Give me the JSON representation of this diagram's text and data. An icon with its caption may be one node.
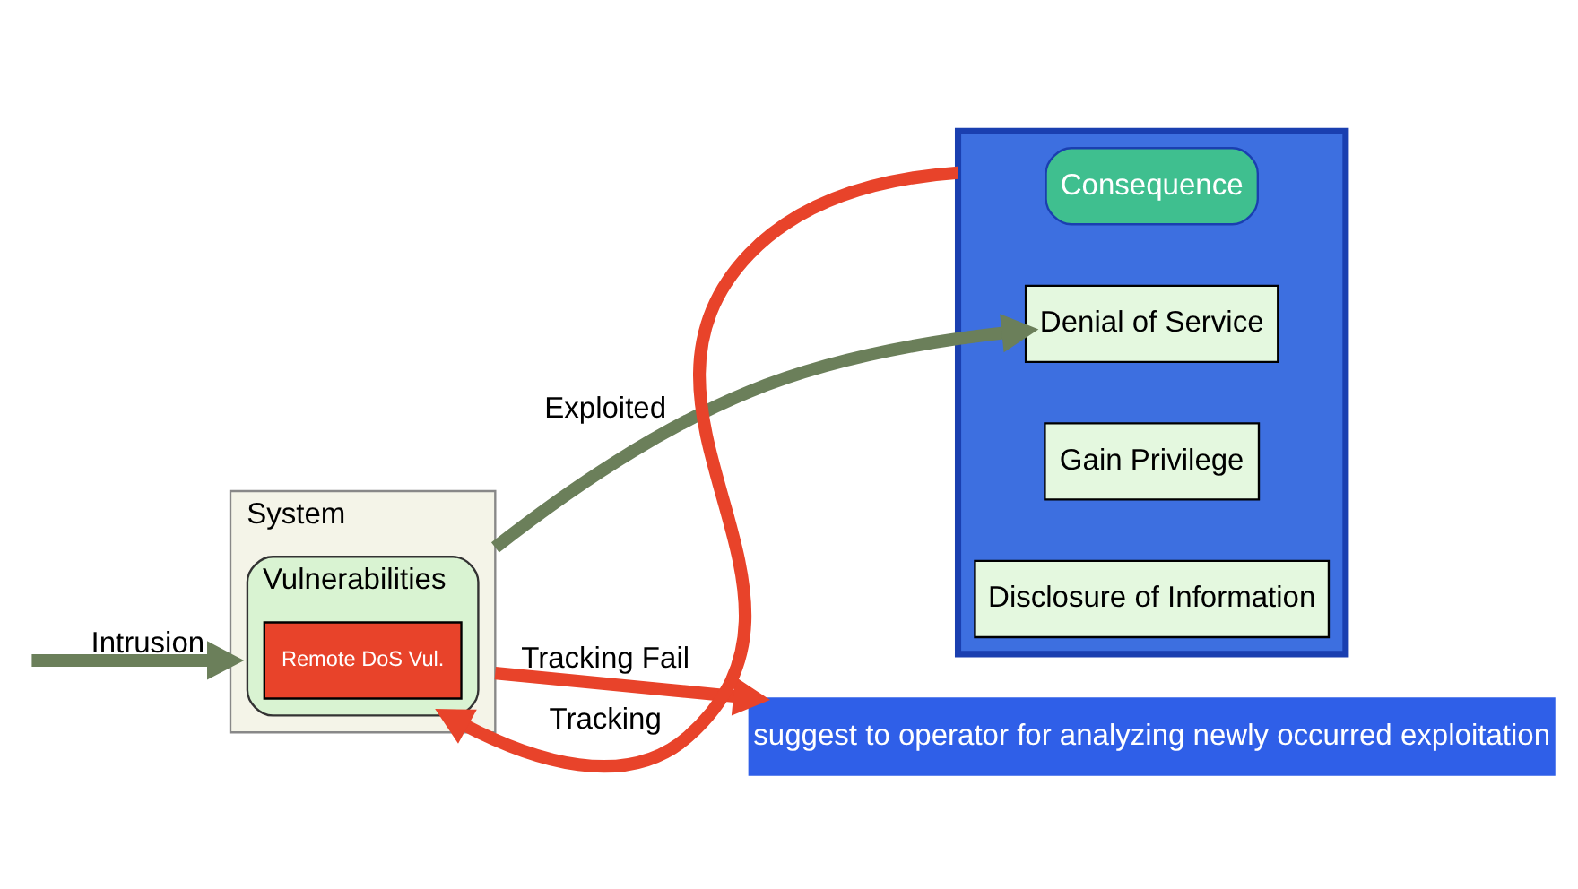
{
  "diagram": {
    "nodes": [
      {
        "text": [
          "System"
        ]
      },
      {
        "text": [
          "Vulnerabilities"
        ],
        "in": 0
      },
      {
        "text": [
          "Remote DoS Vul."
        ],
        "in": 1
      },
      {
        "text": [],
        "shape": "box"
      },
      {
        "text": [
          "Consequence"
        ],
        "in": 3
      },
      {
        "text": [
          "Denial of Service"
        ],
        "in": 3
      },
      {
        "text": [
          "Gain Privilege"
        ],
        "in": 3
      },
      {
        "text": [
          "Disclosure of Information"
        ],
        "in": 3
      },
      {
        "text": [
          "suggest to operator for analyzing newly occurred exploitation"
        ]
      }
    ],
    "edges": [
      {
        "from": null,
        "to": 0,
        "arrow": "to",
        "label": "Intrusion"
      },
      {
        "from": 0,
        "to": 5,
        "arrow": "to",
        "label": "Exploited"
      },
      {
        "from": 3,
        "to": 1,
        "arrow": "to",
        "label": "Tracking",
        "color": "#e8432a"
      },
      {
        "from": 0,
        "to": 8,
        "arrow": "to",
        "label": "Tracking Fail",
        "color": "#e8432a"
      }
    ]
  }
}
